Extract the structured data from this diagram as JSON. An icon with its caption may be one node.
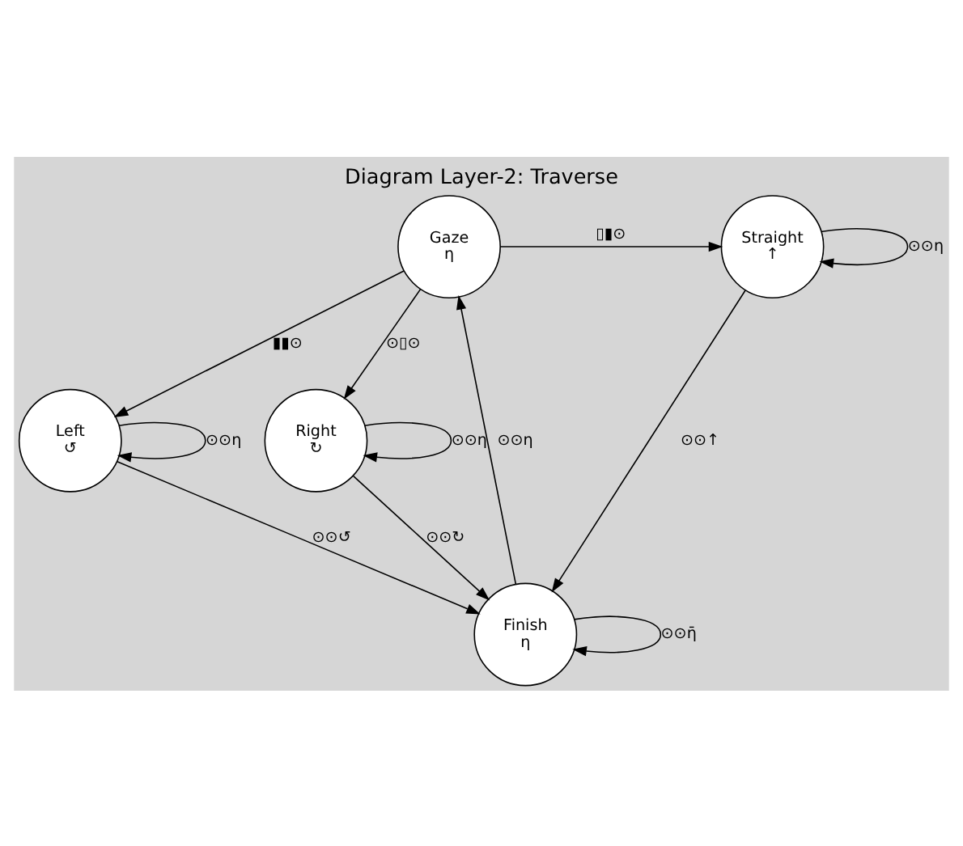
{
  "diagram": {
    "title": "Diagram Layer-2: Traverse",
    "nodes": [
      {
        "text": [
          "Gaze",
          "η"
        ]
      },
      {
        "text": [
          "Straight",
          "↑"
        ]
      },
      {
        "text": [
          "Left",
          "↺"
        ]
      },
      {
        "text": [
          "Finish",
          "η"
        ]
      },
      {
        "text": [
          "Right",
          "↻"
        ]
      }
    ],
    "edges": [
      {
        "from": 0,
        "to": 1,
        "arrow": "to",
        "label": "▯▮⊙"
      },
      {
        "from": 1,
        "to": 1,
        "arrow": "to",
        "label": "⊙⊙η"
      },
      {
        "from": 1,
        "to": 3,
        "arrow": "to",
        "label": "⊙⊙↑"
      },
      {
        "from": 3,
        "to": 0,
        "arrow": "to",
        "label": "⊙⊙η"
      },
      {
        "from": 0,
        "to": 2,
        "arrow": "to",
        "label": "▮▮⊙"
      },
      {
        "from": 0,
        "to": 4,
        "arrow": "to",
        "label": "⊙▯⊙"
      },
      {
        "from": 2,
        "to": 3,
        "arrow": "to",
        "label": "⊙⊙↺"
      },
      {
        "from": 3,
        "to": 3,
        "arrow": "to",
        "label": "⊙⊙η̄"
      },
      {
        "from": 2,
        "to": 2,
        "arrow": "to",
        "label": "⊙⊙η"
      },
      {
        "from": 4,
        "to": 4,
        "arrow": "to",
        "label": "⊙⊙η"
      },
      {
        "from": 4,
        "to": 3,
        "arrow": "to",
        "label": "⊙⊙↻"
      }
    ]
  }
}
